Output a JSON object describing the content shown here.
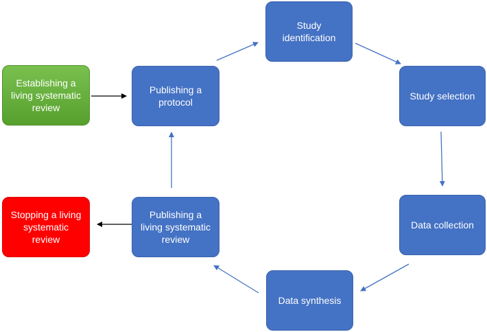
{
  "nodes": {
    "study_identification": "Study identification",
    "study_selection": "Study selection",
    "data_collection": "Data collection",
    "data_synthesis": "Data synthesis",
    "publishing_lsr": "Publishing a living systematic review",
    "publishing_protocol": "Publishing a protocol",
    "establishing": "Establishing a living systematic review",
    "stopping": "Stopping a living systematic review"
  },
  "colors": {
    "process_box": "#4472c4",
    "cycle_arrow": "#4472c4",
    "start_box": "#6ab04c",
    "stop_box": "#ff0000",
    "side_arrow": "#000000"
  }
}
